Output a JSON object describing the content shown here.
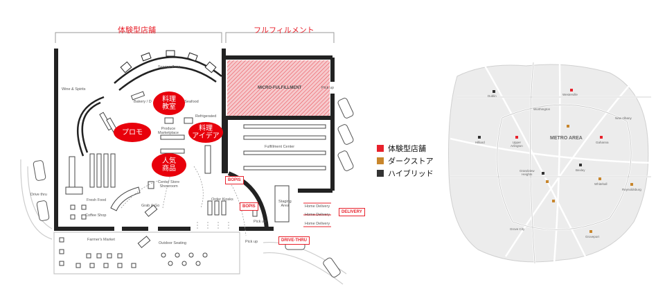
{
  "headers": {
    "experience": "体験型店舗",
    "fulfillment": "フルフィルメント"
  },
  "bubbles": [
    {
      "text": "料理\n教室"
    },
    {
      "text": "プロモ"
    },
    {
      "text": "料理\nアイデア"
    },
    {
      "text": "人気\n商品"
    }
  ],
  "floor_labels": {
    "service_zone": "Service Zone",
    "bakery": "Bakery / D",
    "meat_seafood": "t & Seafood",
    "refrigerated": "Refrigerated",
    "wine_spirits": "Wine & Spirits",
    "produce": "Produce\nMarketplace",
    "micro_fulfillment": "MICRO-FULFILLMENT",
    "pick_up_top": "Pick up",
    "fulfillment_center": "Fulfillment Center",
    "center_store": "Center Store\nShowroom",
    "bopis_1": "BOPIS",
    "bopis_2": "BOPIS",
    "fresh_food": "Fresh Food",
    "grab_go": "Grab & Go",
    "order_kiosks": "Order Kiosks",
    "staging": "Staging\nArea",
    "home_delivery_1": "Home Delivery",
    "home_delivery_2": "Home Delivery",
    "home_delivery_3": "Home Delivery",
    "delivery": "DELIVERY",
    "coffee_shop": "Coffee Shop",
    "drive_thru_left": "Drive thru",
    "pick_up_mid": "Pick up",
    "pick_up_bottom": "Pick up",
    "farmers_market": "Farmer's Market",
    "outdoor_seating": "Outdoor Seating",
    "drive_thru": "DRIVE-THRU"
  },
  "legend": [
    {
      "label": "体験型店舗",
      "color": "#e8212b"
    },
    {
      "label": "ダークストア",
      "color": "#c8862c"
    },
    {
      "label": "ハイブリッド",
      "color": "#333333"
    }
  ],
  "map": {
    "title": "METRO AREA",
    "places": [
      {
        "name": "Dublin",
        "type": "ハイブリッド"
      },
      {
        "name": "Westerville",
        "type": "体験型店舗"
      },
      {
        "name": "Worthington",
        "type": ""
      },
      {
        "name": "New Albany",
        "type": ""
      },
      {
        "name": "Hilliard",
        "type": "ハイブリッド"
      },
      {
        "name": "Upper\nArlington",
        "type": "体験型店舗"
      },
      {
        "name": "",
        "type": "ダークストア"
      },
      {
        "name": "Gahanna",
        "type": "体験型店舗"
      },
      {
        "name": "Grandview\nHeights",
        "type": "ハイブリッド"
      },
      {
        "name": "Bexley",
        "type": "ハイブリッド"
      },
      {
        "name": "",
        "type": "ダークストア"
      },
      {
        "name": "Whitehall",
        "type": "ダークストア"
      },
      {
        "name": "Reynoldsburg",
        "type": "ダークストア"
      },
      {
        "name": "Grove City",
        "type": ""
      },
      {
        "name": "Groveport",
        "type": "ダークストア"
      }
    ]
  }
}
